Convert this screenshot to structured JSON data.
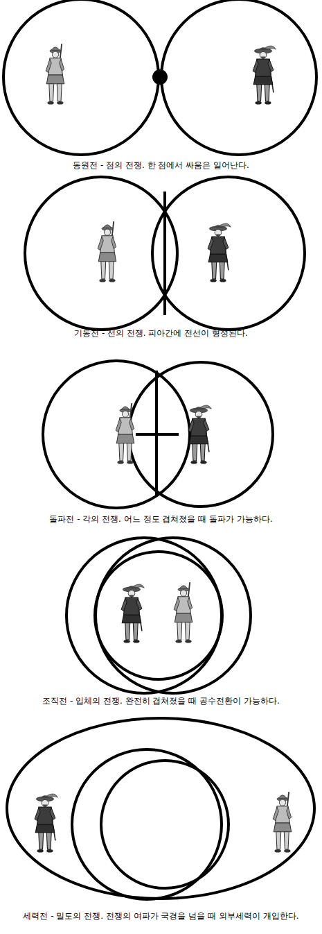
{
  "diagram": {
    "labels": [
      "동원전 - 점의 전쟁. 한 점에서 싸움은 일어난다.",
      "기동전 - 선의 전쟁. 피아간에 전선이 형성된다.",
      "돌파전 - 각의 전쟁. 어느 정도 겹쳐졌을 때 돌파가 가능하다.",
      "조직전 - 입체의 전쟁. 완전히 겹쳐졌을 때 공수전환이 가능하다.",
      "세력전 - 밀도의 전쟁. 전쟁의 여파가 국경을 넘을 때 외부세력이 개입한다."
    ]
  }
}
